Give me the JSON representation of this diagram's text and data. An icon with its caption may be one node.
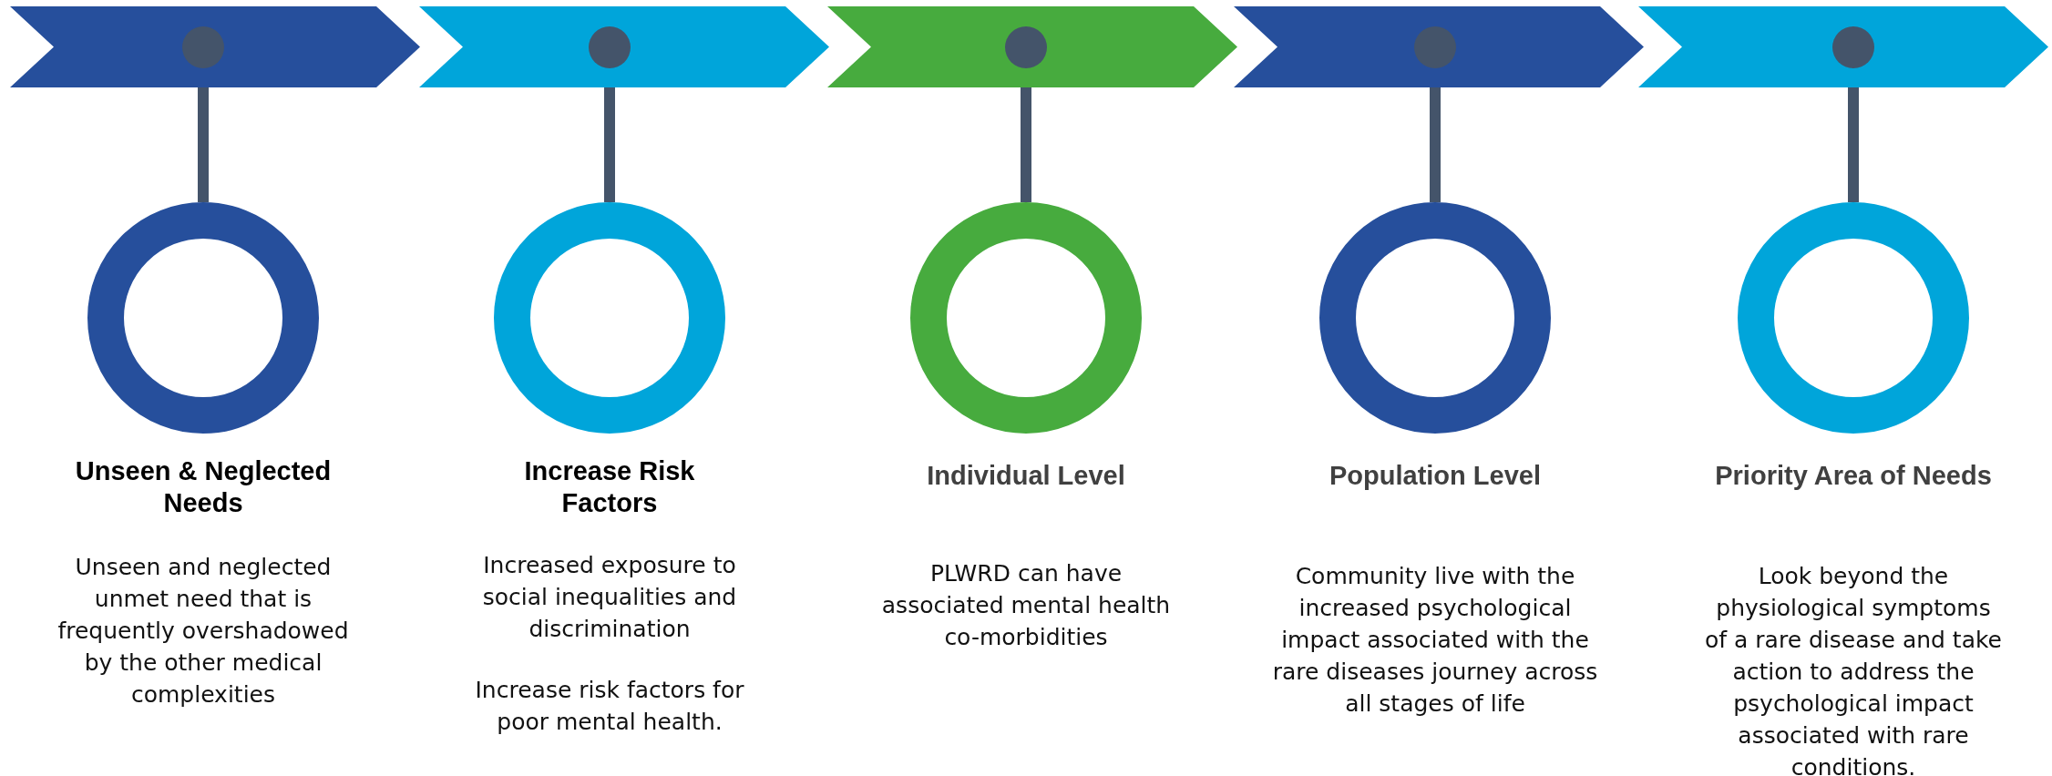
{
  "diagram": {
    "nodes": [
      {
        "text": [],
        "shape": "chevron"
      },
      {
        "text": [],
        "shape": "chevron"
      },
      {
        "text": [],
        "shape": "chevron"
      },
      {
        "text": [],
        "shape": "chevron"
      },
      {
        "text": [],
        "shape": "chevron"
      },
      {
        "text": [],
        "shape": "circle",
        "beside": [
          "Unseen & Neglected Needs",
          "Unseen and neglected unmet need that is frequently overshadowed by the other medical complexities"
        ]
      },
      {
        "text": [],
        "shape": "circle",
        "beside": [
          "Increase Risk Factors",
          "Increased exposure to social inequalities and discrimination",
          "Increase risk factors for poor mental health."
        ]
      },
      {
        "text": [],
        "shape": "circle",
        "beside": [
          "Individual Level",
          "PLWRD can have associated mental health co-morbidities"
        ]
      },
      {
        "text": [],
        "shape": "circle",
        "beside": [
          "Population Level",
          "Community live with the increased psychological impact associated with the rare diseases journey across all stages of life"
        ]
      },
      {
        "text": [],
        "shape": "circle",
        "beside": [
          "Priority Area of Needs",
          "Look beyond the physiological symptoms of a rare disease and take action to address the psychological impact associated with rare conditions."
        ]
      }
    ],
    "edges": [
      {
        "from": 0,
        "to": 5,
        "arrow": "none"
      },
      {
        "from": 1,
        "to": 6,
        "arrow": "none"
      },
      {
        "from": 2,
        "to": 7,
        "arrow": "none"
      },
      {
        "from": 3,
        "to": 8,
        "arrow": "none"
      },
      {
        "from": 4,
        "to": 9,
        "arrow": "none"
      }
    ]
  }
}
